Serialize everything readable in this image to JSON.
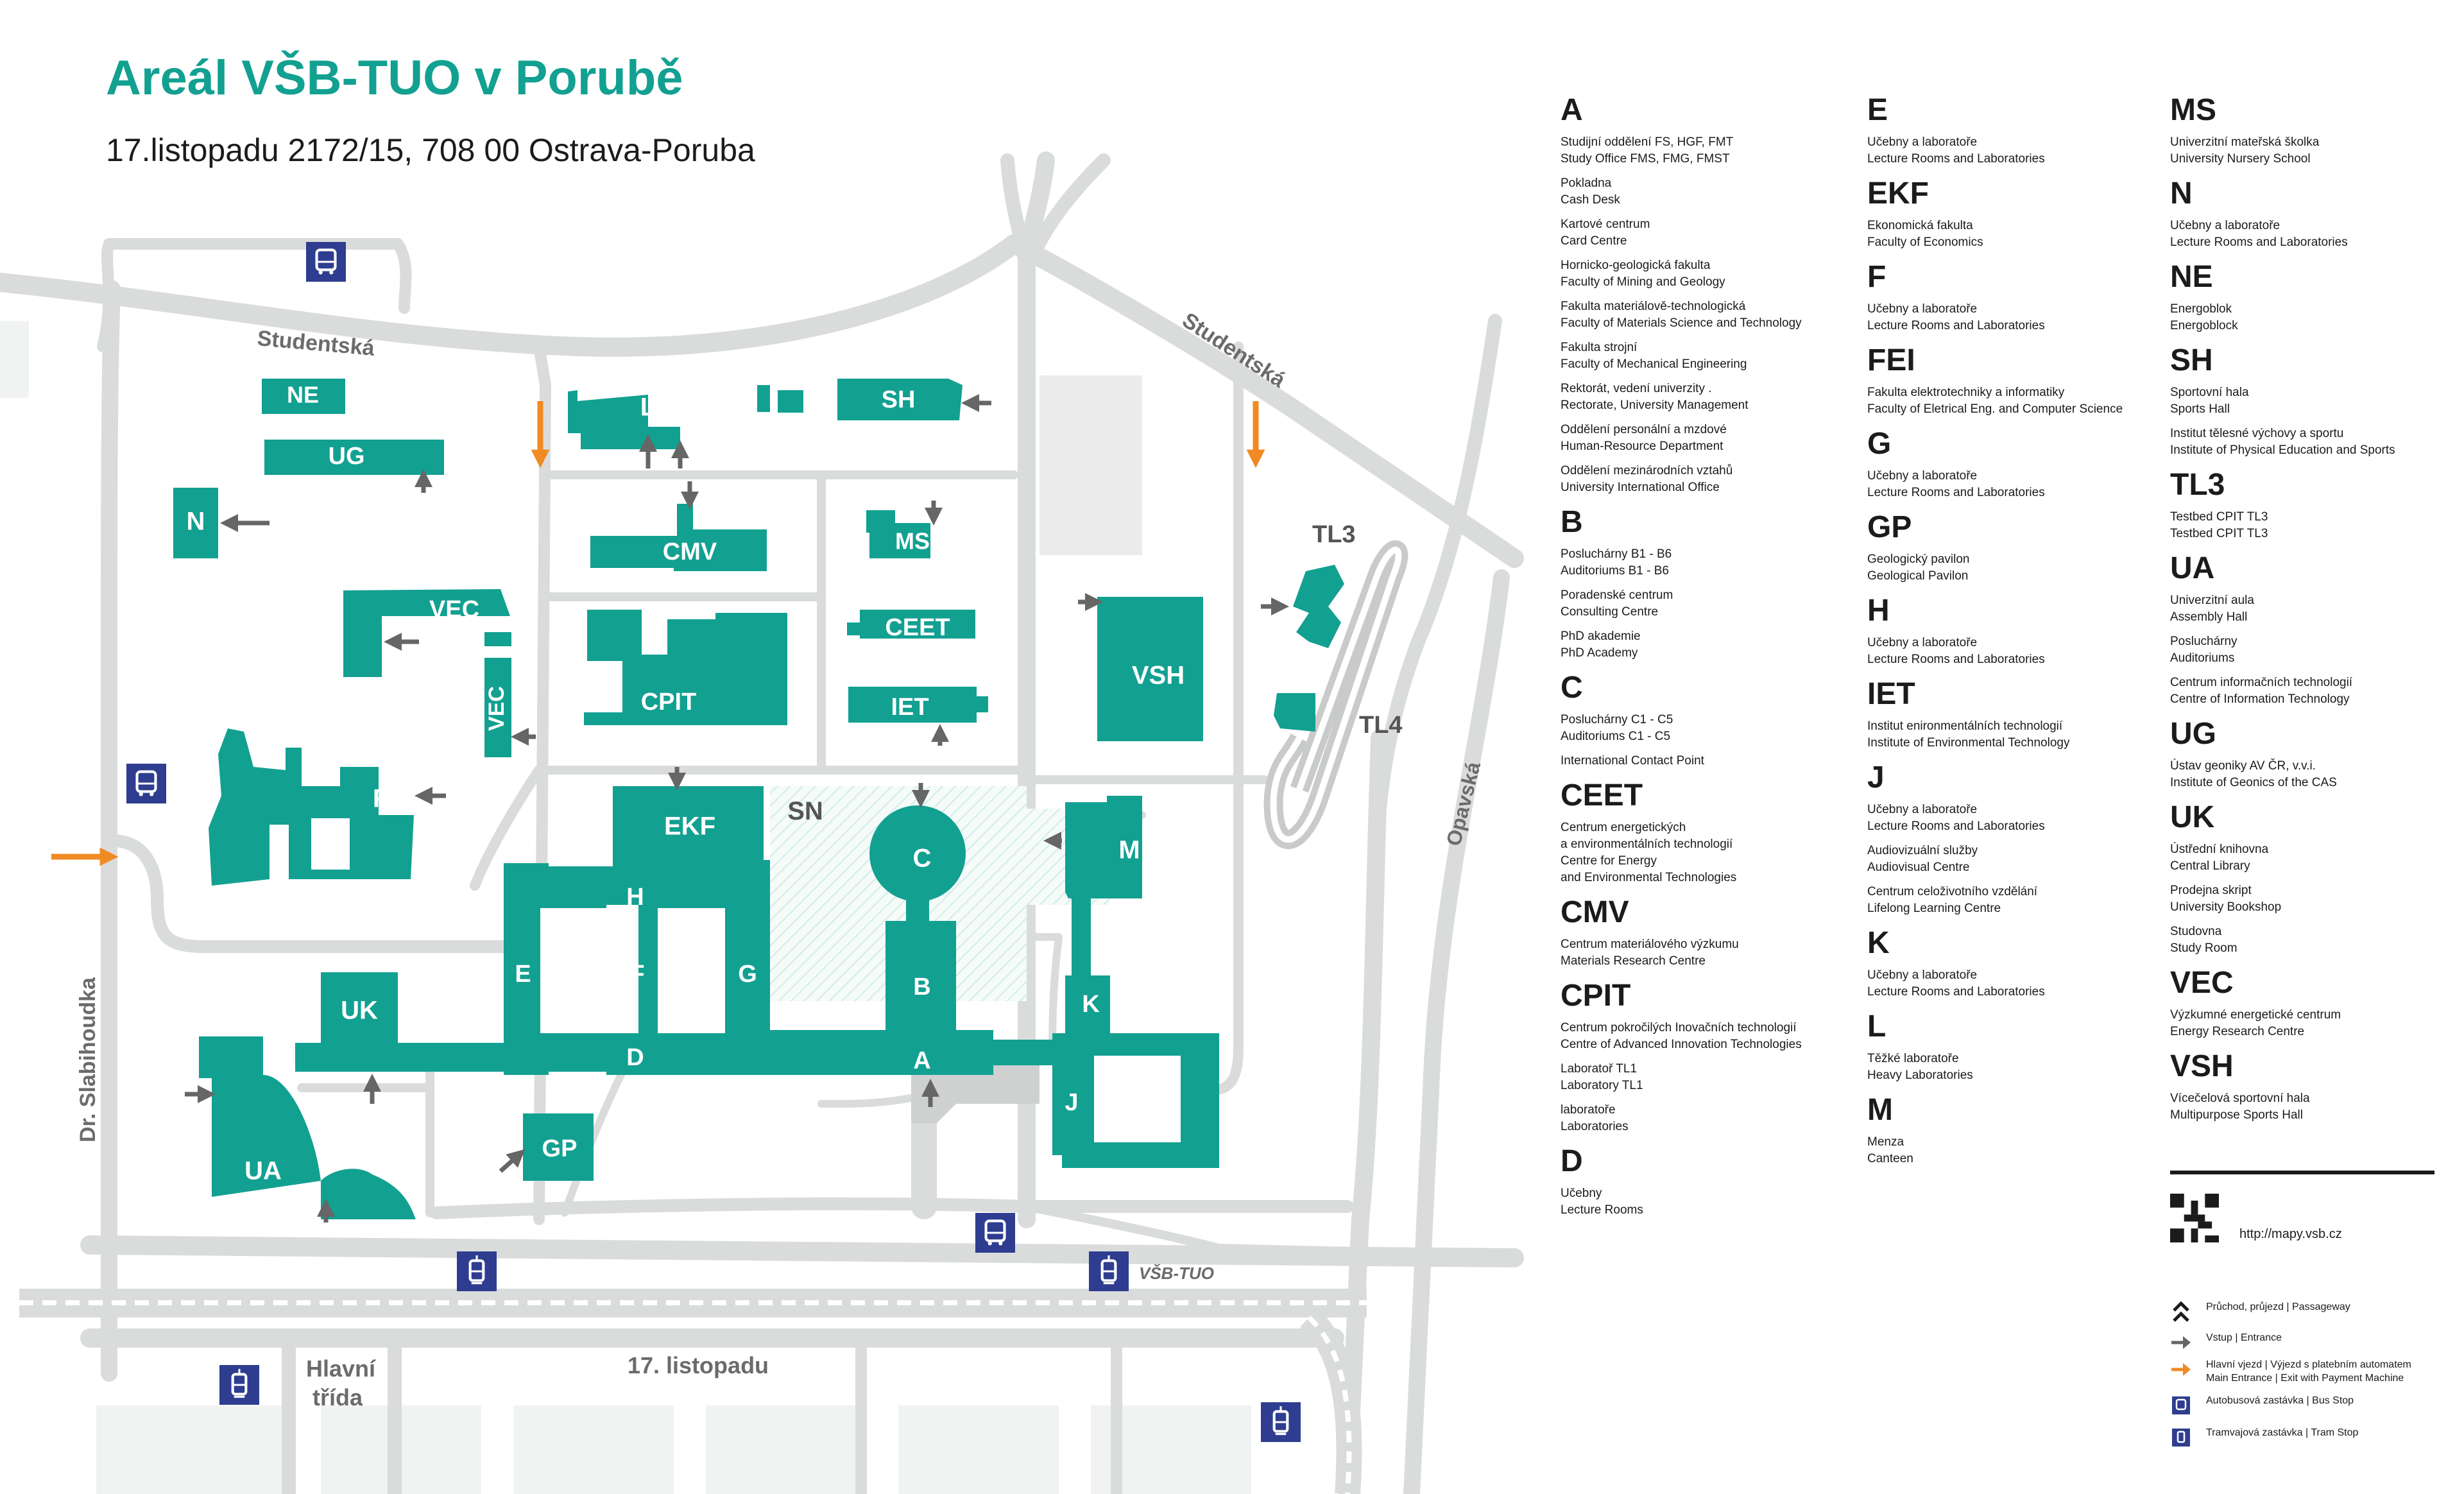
{
  "title": "Areál VŠB-TUO v Porubě",
  "address": "17.listopadu 2172/15, 708 00 Ostrava-Poruba",
  "colors": {
    "building": "#12a091",
    "road": "#dadcdc",
    "entrance": "#f08a24",
    "stop": "#2e3d8f",
    "arrow": "#666666"
  },
  "streets": {
    "studentska_left": "Studentská",
    "studentska_right": "Studentská",
    "slabihoudka": "Dr. Slabihoudka",
    "opavska": "Opavská",
    "hlavni_1": "Hlavní",
    "hlavni_2": "třída",
    "listopadu": "17. listopadu",
    "vsb_stop": "VŠB-TUO"
  },
  "map_labels": {
    "NE": "NE",
    "UG": "UG",
    "N": "N",
    "L": "L",
    "SH": "SH",
    "CMV": "CMV",
    "MS": "MS",
    "VEC": "VEC",
    "VEC2": "VEC",
    "CPIT": "CPIT",
    "CEET": "CEET",
    "IET": "IET",
    "VSH": "VSH",
    "TL3": "TL3",
    "TL4": "TL4",
    "FEI": "FEI",
    "EKF": "EKF",
    "SN": "SN",
    "C": "C",
    "M": "M",
    "H": "H",
    "E": "E",
    "F": "F",
    "G": "G",
    "B": "B",
    "K": "K",
    "D": "D",
    "A": "A",
    "J": "J",
    "UK": "UK",
    "UA": "UA",
    "GP": "GP"
  },
  "legend": {
    "col1": [
      {
        "code": "A",
        "items": [
          {
            "cz": "Studijní oddělení FS, HGF, FMT",
            "en": "Study Office FMS, FMG, FMST"
          },
          {
            "cz": "Pokladna",
            "en": "Cash Desk"
          },
          {
            "cz": "Kartové centrum",
            "en": "Card Centre"
          },
          {
            "cz": "Hornicko-geologická fakulta",
            "en": "Faculty of Mining and Geology"
          },
          {
            "cz": "Fakulta materiálově-technologická",
            "en": "Faculty of Materials Science and Technology"
          },
          {
            "cz": "Fakulta strojní",
            "en": "Faculty of Mechanical Engineering"
          },
          {
            "cz": "Rektorát, vedení univerzity .",
            "en": "Rectorate, University Management"
          },
          {
            "cz": "Oddělení personální a mzdové",
            "en": "Human-Resource Department"
          },
          {
            "cz": "Oddělení mezinárodních vztahů",
            "en": "University International Office"
          }
        ]
      },
      {
        "code": "B",
        "items": [
          {
            "cz": "Posluchárny B1 - B6",
            "en": "Auditoriums B1 - B6"
          },
          {
            "cz": "Poradenské centrum",
            "en": "Consulting Centre"
          },
          {
            "cz": "PhD akademie",
            "en": "PhD Academy"
          }
        ]
      },
      {
        "code": "C",
        "items": [
          {
            "cz": "Posluchárny C1 - C5",
            "en": "Auditoriums C1 - C5"
          },
          {
            "cz": "International Contact Point",
            "en": ""
          }
        ]
      },
      {
        "code": "CEET",
        "items": [
          {
            "cz": "Centrum energetických",
            "en": "a environmentálních technologií"
          },
          {
            "cz": "Centre for Energy",
            "en": "and Environmental Technologies"
          }
        ]
      },
      {
        "code": "CMV",
        "items": [
          {
            "cz": "Centrum materiálového výzkumu",
            "en": "Materials Research Centre"
          }
        ]
      },
      {
        "code": "CPIT",
        "items": [
          {
            "cz": "Centrum pokročilých Inovačních technologií",
            "en": "Centre of Advanced Innovation Technologies"
          },
          {
            "cz": "Laboratoř TL1",
            "en": "Laboratory TL1"
          },
          {
            "cz": "laboratoře",
            "en": "Laboratories"
          }
        ]
      },
      {
        "code": "D",
        "items": [
          {
            "cz": "Učebny",
            "en": "Lecture Rooms"
          }
        ]
      }
    ],
    "col2": [
      {
        "code": "E",
        "items": [
          {
            "cz": "Učebny a laboratoře",
            "en": "Lecture Rooms and Laboratories"
          }
        ]
      },
      {
        "code": "EKF",
        "items": [
          {
            "cz": "Ekonomická fakulta",
            "en": "Faculty of Economics"
          }
        ]
      },
      {
        "code": "F",
        "items": [
          {
            "cz": "Učebny a laboratoře",
            "en": "Lecture Rooms and Laboratories"
          }
        ]
      },
      {
        "code": "FEI",
        "items": [
          {
            "cz": "Fakulta elektrotechniky a informatiky",
            "en": "Faculty of Eletrical Eng.  and Computer Science"
          }
        ]
      },
      {
        "code": "G",
        "items": [
          {
            "cz": "Učebny a laboratoře",
            "en": "Lecture Rooms and Laboratories"
          }
        ]
      },
      {
        "code": "GP",
        "items": [
          {
            "cz": "Geologický pavilon",
            "en": "Geological Pavilon"
          }
        ]
      },
      {
        "code": "H",
        "items": [
          {
            "cz": "Učebny a laboratoře",
            "en": "Lecture Rooms and Laboratories"
          }
        ]
      },
      {
        "code": "IET",
        "items": [
          {
            "cz": "Institut enironmentálních technologií",
            "en": "Institute of Environmental Technology"
          }
        ]
      },
      {
        "code": "J",
        "items": [
          {
            "cz": "Učebny a laboratoře",
            "en": "Lecture Rooms and Laboratories"
          },
          {
            "cz": "Audiovizuální služby",
            "en": "Audiovisual Centre"
          },
          {
            "cz": "Centrum celoživotního vzdělání",
            "en": "Lifelong Learning Centre"
          }
        ]
      },
      {
        "code": "K",
        "items": [
          {
            "cz": "Učebny a laboratoře",
            "en": "Lecture Rooms and Laboratories"
          }
        ]
      },
      {
        "code": "L",
        "items": [
          {
            "cz": "Těžké laboratoře",
            "en": "Heavy Laboratories"
          }
        ]
      },
      {
        "code": "M",
        "items": [
          {
            "cz": "Menza",
            "en": "Canteen"
          }
        ]
      }
    ],
    "col3": [
      {
        "code": "MS",
        "items": [
          {
            "cz": "Univerzitní mateřská školka",
            "en": "University Nursery School"
          }
        ]
      },
      {
        "code": "N",
        "items": [
          {
            "cz": "Učebny a laboratoře",
            "en": "Lecture Rooms and Laboratories"
          }
        ]
      },
      {
        "code": "NE",
        "items": [
          {
            "cz": "Energoblok",
            "en": "Energoblock"
          }
        ]
      },
      {
        "code": "SH",
        "items": [
          {
            "cz": "Sportovní hala",
            "en": "Sports Hall"
          },
          {
            "cz": "Institut tělesné výchovy a sportu",
            "en": "Institute of Physical Education and Sports"
          }
        ]
      },
      {
        "code": "TL3",
        "items": [
          {
            "cz": "Testbed CPIT TL3",
            "en": "Testbed CPIT TL3"
          }
        ]
      },
      {
        "code": "UA",
        "items": [
          {
            "cz": "Univerzitní aula",
            "en": "Assembly Hall"
          },
          {
            "cz": "Posluchárny",
            "en": "Auditoriums"
          },
          {
            "cz": "Centrum informačních technologií",
            "en": "Centre of Information Technology"
          }
        ]
      },
      {
        "code": "UG",
        "items": [
          {
            "cz": "Ústav geoniky AV ČR, v.v.i.",
            "en": "Institute of Geonics of the CAS"
          }
        ]
      },
      {
        "code": "UK",
        "items": [
          {
            "cz": "Ústřední knihovna",
            "en": "Central Library"
          },
          {
            "cz": "Prodejna skript",
            "en": "University Bookshop"
          },
          {
            "cz": "Studovna",
            "en": "Study Room"
          }
        ]
      },
      {
        "code": "VEC",
        "items": [
          {
            "cz": "Výzkumné energetické centrum",
            "en": "Energy Research Centre"
          }
        ]
      },
      {
        "code": "VSH",
        "items": [
          {
            "cz": "Vícečelová sportovní hala",
            "en": "Multipurpose Sports Hall"
          }
        ]
      }
    ]
  },
  "url": "http://mapy.vsb.cz",
  "key": [
    {
      "icon": "passageway-icon",
      "line1": "Průchod, průjezd | Passageway",
      "line2": ""
    },
    {
      "icon": "entrance-arrow-icon",
      "line1": "Vstup | Entrance",
      "line2": ""
    },
    {
      "icon": "main-entrance-icon",
      "line1": "Hlavní vjezd | Výjezd s platebním automatem",
      "line2": "Main Entrance | Exit with Payment Machine"
    },
    {
      "icon": "bus-stop-icon",
      "line1": "Autobusová zastávka | Bus Stop",
      "line2": ""
    },
    {
      "icon": "tram-stop-icon",
      "line1": "Tramvajová zastávka | Tram Stop",
      "line2": ""
    }
  ]
}
